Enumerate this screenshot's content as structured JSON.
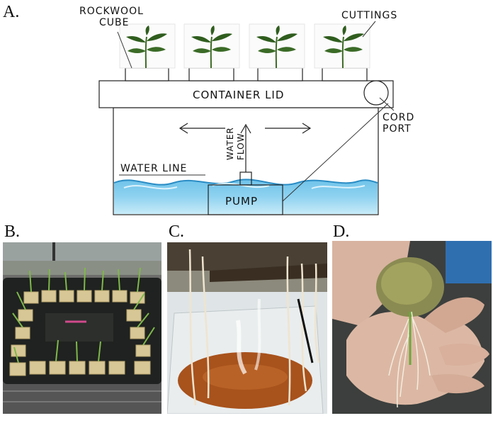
{
  "panels": {
    "a_letter": "A.",
    "b_letter": "B.",
    "c_letter": "C.",
    "d_letter": "D."
  },
  "diagram": {
    "rockwool_label_line1": "ROCKWOOL",
    "rockwool_label_line2": "CUBE",
    "cuttings_label": "CUTTINGS",
    "container_lid_label": "CONTAINER LID",
    "cord_port_line1": "CORD",
    "cord_port_line2": "PORT",
    "water_flow_line1": "WATER",
    "water_flow_line2": "FLOW",
    "water_line_label": "WATER LINE",
    "pump_label": "PUMP"
  },
  "colors": {
    "water": "#5bb8e0",
    "water_light": "#a9dcf1",
    "leaf": "#2f5d1e",
    "rockwool": "#d8c796",
    "nutrient_solution": "#a8521c"
  }
}
